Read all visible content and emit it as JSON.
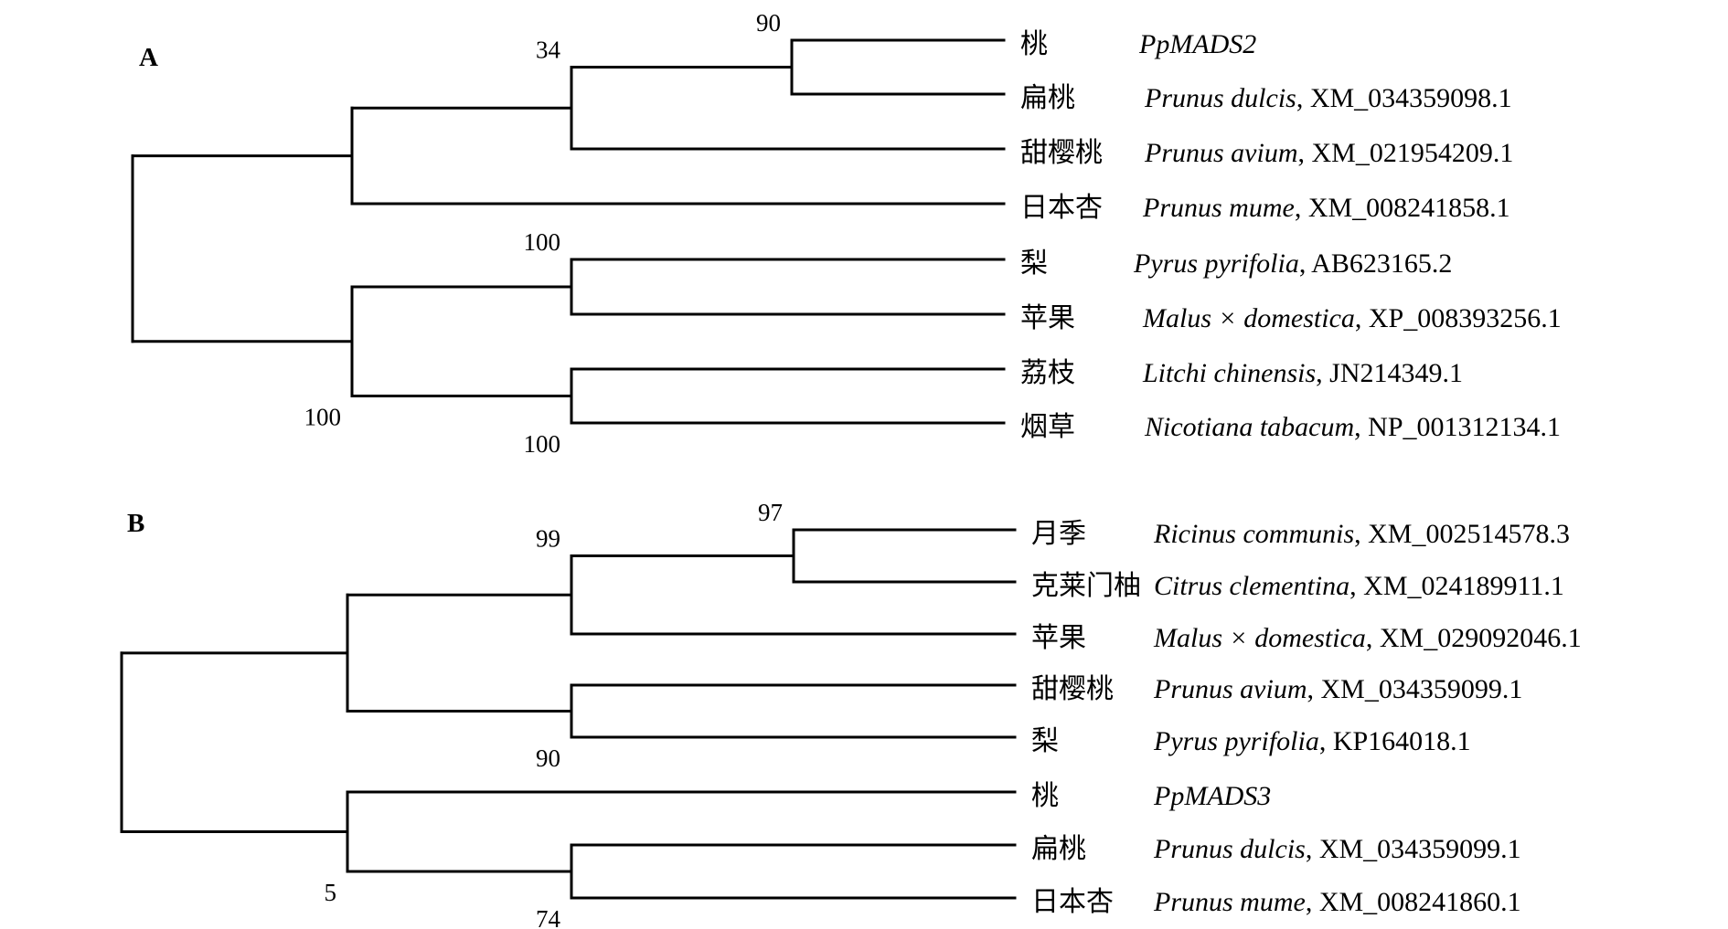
{
  "panels": [
    {
      "label": "A",
      "tree": {
        "children": [
          {
            "children": [
              {
                "bootstrap": "34",
                "children": [
                  {
                    "bootstrap": "90",
                    "children": [
                      {
                        "name": "桃",
                        "species": "PpMADS2",
                        "accession": ""
                      },
                      {
                        "name": "扁桃",
                        "species": "Prunus dulcis",
                        "accession": ", XM_034359098.1"
                      }
                    ]
                  },
                  {
                    "name": "甜樱桃",
                    "species": "Prunus avium",
                    "accession": ", XM_021954209.1"
                  }
                ]
              },
              {
                "name": "日本杏",
                "species": "Prunus mume",
                "accession": ", XM_008241858.1"
              }
            ]
          },
          {
            "bootstrap": "100",
            "children": [
              {
                "bootstrap": "100",
                "children": [
                  {
                    "name": "梨",
                    "species": "Pyrus pyrifolia",
                    "accession": ", AB623165.2"
                  },
                  {
                    "name": "苹果",
                    "species": "Malus × domestica",
                    "accession": ", XP_008393256.1"
                  }
                ]
              },
              {
                "bootstrap": "100",
                "children": [
                  {
                    "name": "荔枝",
                    "species": "Litchi chinensis",
                    "accession": ", JN214349.1"
                  },
                  {
                    "name": "烟草",
                    "species": "Nicotiana tabacum",
                    "accession": ", NP_001312134.1"
                  }
                ]
              }
            ]
          }
        ]
      }
    },
    {
      "label": "B",
      "tree": {
        "children": [
          {
            "children": [
              {
                "bootstrap": "99",
                "children": [
                  {
                    "bootstrap": "97",
                    "children": [
                      {
                        "name": "月季",
                        "species": "Ricinus communis",
                        "accession": ", XM_002514578.3"
                      },
                      {
                        "name": "克莱门柚",
                        "species": "Citrus clementina",
                        "accession": ", XM_024189911.1"
                      }
                    ]
                  },
                  {
                    "name": "苹果",
                    "species": "Malus × domestica",
                    "accession": ", XM_029092046.1"
                  }
                ]
              },
              {
                "bootstrap": "90",
                "children": [
                  {
                    "name": "甜樱桃",
                    "species": "Prunus avium",
                    "accession": ", XM_034359099.1"
                  },
                  {
                    "name": "梨",
                    "species": "Pyrus pyrifolia",
                    "accession": ", KP164018.1"
                  }
                ]
              }
            ]
          },
          {
            "bootstrap": "5",
            "children": [
              {
                "name": "桃",
                "species": "PpMADS3",
                "accession": ""
              },
              {
                "bootstrap": "74",
                "children": [
                  {
                    "name": "扁桃",
                    "species": "Prunus dulcis",
                    "accession": ", XM_034359099.1"
                  },
                  {
                    "name": "日本杏",
                    "species": "Prunus mume",
                    "accession": ", XM_008241860.1"
                  }
                ]
              }
            ]
          }
        ]
      }
    }
  ]
}
